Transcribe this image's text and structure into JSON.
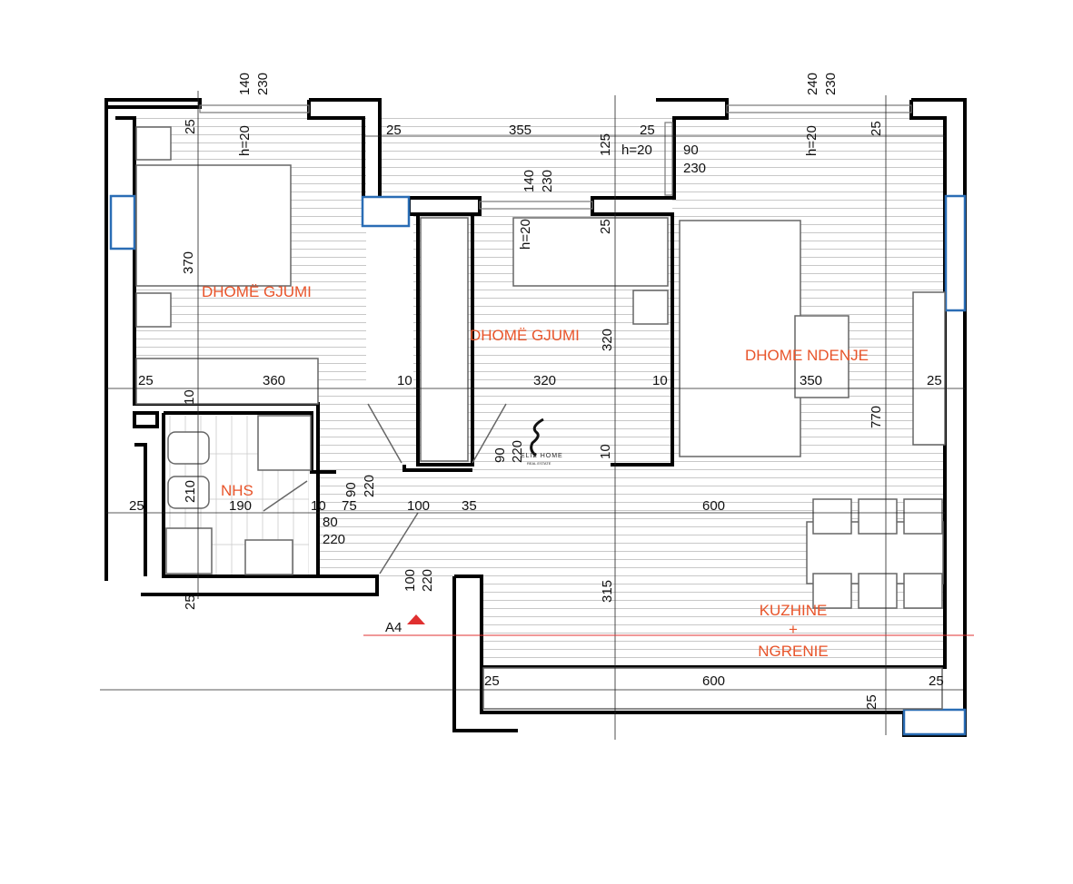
{
  "rooms": {
    "bedroom_1": "DHOMË GJUMI",
    "bedroom_2": "DHOMË GJUMI",
    "living": "DHOME NDENJE",
    "bathroom": "NHS",
    "kitchen_1": "KUZHINE",
    "kitchen_plus": "+",
    "kitchen_2": "NGRENIE"
  },
  "dims": {
    "d1": "140",
    "d2": "230",
    "d3": "240",
    "d4": "230",
    "d5": "25",
    "d6": "h=20",
    "d7": "25",
    "d8": "355",
    "d9": "25",
    "d10": "125",
    "d11": "h=20",
    "d12": "90",
    "d13": "230",
    "d14": "h=20",
    "d15": "25",
    "d16": "140",
    "d17": "230",
    "d18": "h=20",
    "d19": "25",
    "d20": "370",
    "d21": "25",
    "d22": "360",
    "d23": "10",
    "d24": "320",
    "d25": "10",
    "d26": "350",
    "d27": "25",
    "d28": "320",
    "d29": "770",
    "d30": "10",
    "d31": "210",
    "d32": "25",
    "d33": "190",
    "d34": "10",
    "d35": "75",
    "d36": "90",
    "d37": "220",
    "d38": "80",
    "d39": "220",
    "d40": "100",
    "d41": "35",
    "d42": "600",
    "d43": "90",
    "d44": "220",
    "d45": "10",
    "d46": "100",
    "d47": "220",
    "d48": "315",
    "d49": "25",
    "d50": "25",
    "d51": "600",
    "d52": "25",
    "d53": "25"
  },
  "section_marker": "A4",
  "watermark": {
    "brand": "ELIZ HOME",
    "tagline": "REAL ESTATE"
  },
  "colors": {
    "room_label": "#e8542a",
    "window": "#2a6db5",
    "section": "#e03030"
  }
}
